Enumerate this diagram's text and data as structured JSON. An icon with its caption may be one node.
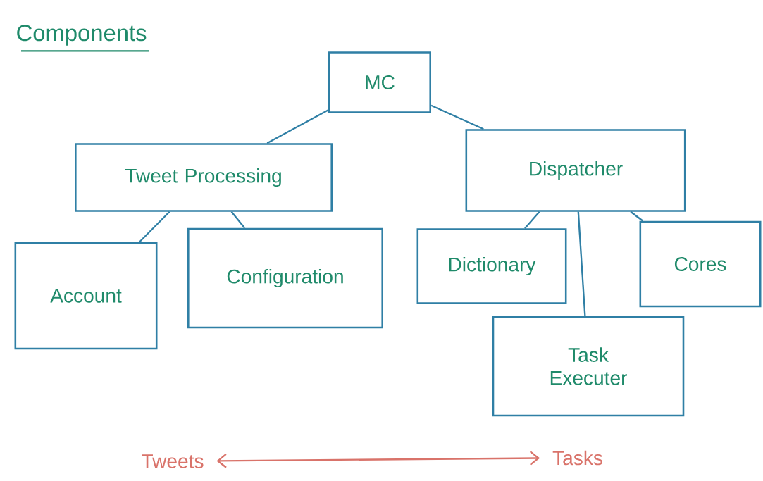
{
  "diagram": {
    "title": "Components",
    "nodes": [
      {
        "text": [
          "MC"
        ]
      },
      {
        "text": [
          "Tweet Processing"
        ]
      },
      {
        "text": [
          "Dispatcher"
        ]
      },
      {
        "text": [
          "Account"
        ]
      },
      {
        "text": [
          "Configuration"
        ]
      },
      {
        "text": [
          "Dictionary"
        ]
      },
      {
        "text": [
          "Cores"
        ]
      },
      {
        "text": [
          "Task Executer"
        ]
      },
      {
        "text": [
          "Tweets"
        ]
      },
      {
        "text": [
          "Tasks"
        ]
      }
    ],
    "edges": [
      {
        "from": 0,
        "to": 1,
        "arrow": "none"
      },
      {
        "from": 0,
        "to": 2,
        "arrow": "none"
      },
      {
        "from": 1,
        "to": 3,
        "arrow": "none"
      },
      {
        "from": 1,
        "to": 4,
        "arrow": "none"
      },
      {
        "from": 2,
        "to": 5,
        "arrow": "none"
      },
      {
        "from": 2,
        "to": 6,
        "arrow": "none"
      },
      {
        "from": 2,
        "to": 7,
        "arrow": "none"
      },
      {
        "from": 8,
        "to": 9,
        "arrow": "both",
        "color": "#d9736a"
      }
    ]
  }
}
